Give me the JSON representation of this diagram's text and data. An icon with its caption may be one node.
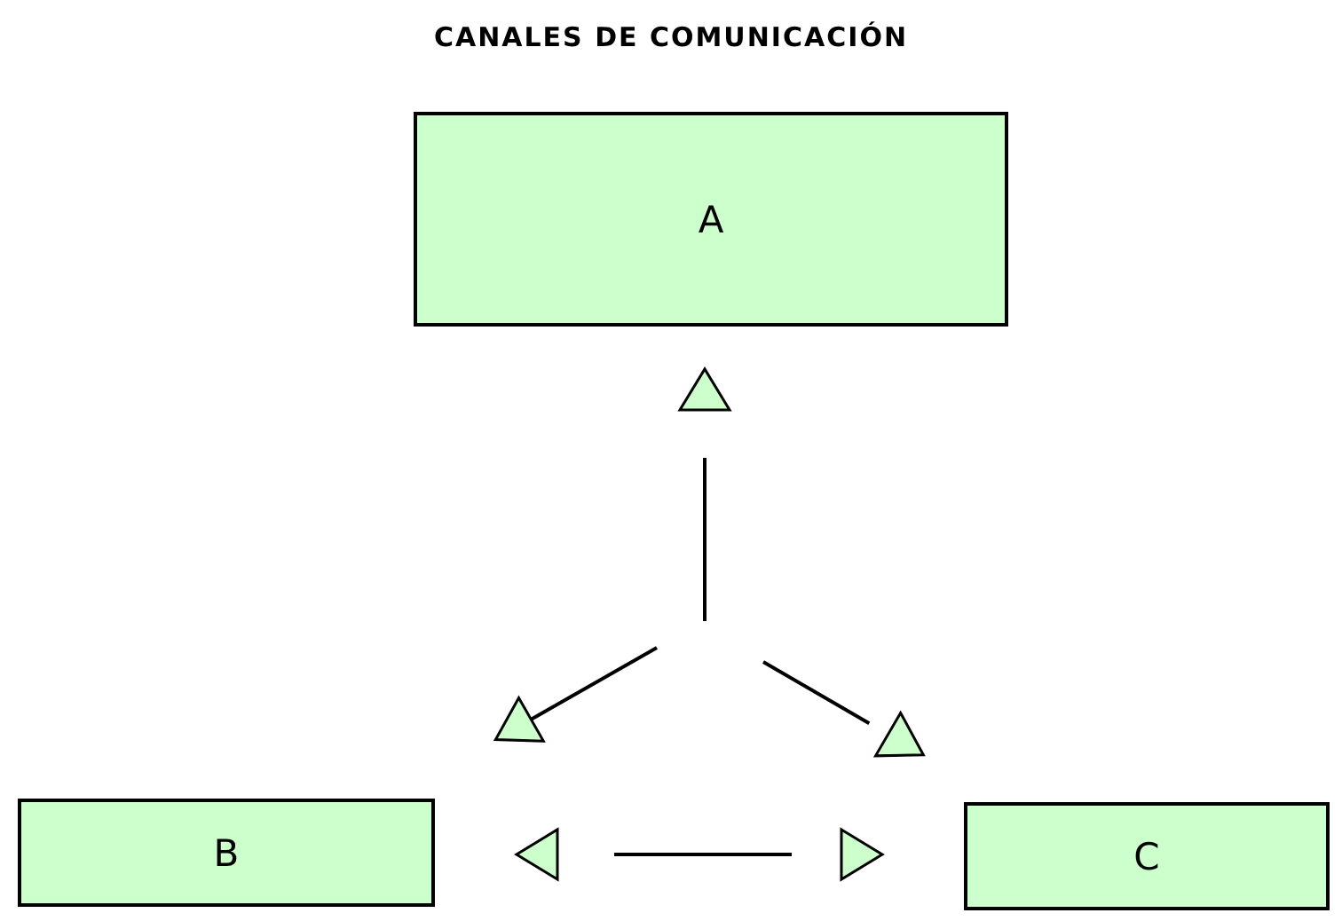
{
  "diagram": {
    "title": "CANALES DE COMUNICACIÓN",
    "nodes": [
      {
        "text": [
          "A"
        ]
      },
      {
        "text": [
          "B"
        ]
      },
      {
        "text": [
          "C"
        ]
      }
    ],
    "edges": [
      {
        "from": null,
        "to": 0,
        "arrow": "to"
      },
      {
        "from": null,
        "to": 1,
        "arrow": "to"
      },
      {
        "from": null,
        "to": 2,
        "arrow": "to"
      },
      {
        "from": 1,
        "to": 2,
        "arrow": "both"
      }
    ]
  }
}
